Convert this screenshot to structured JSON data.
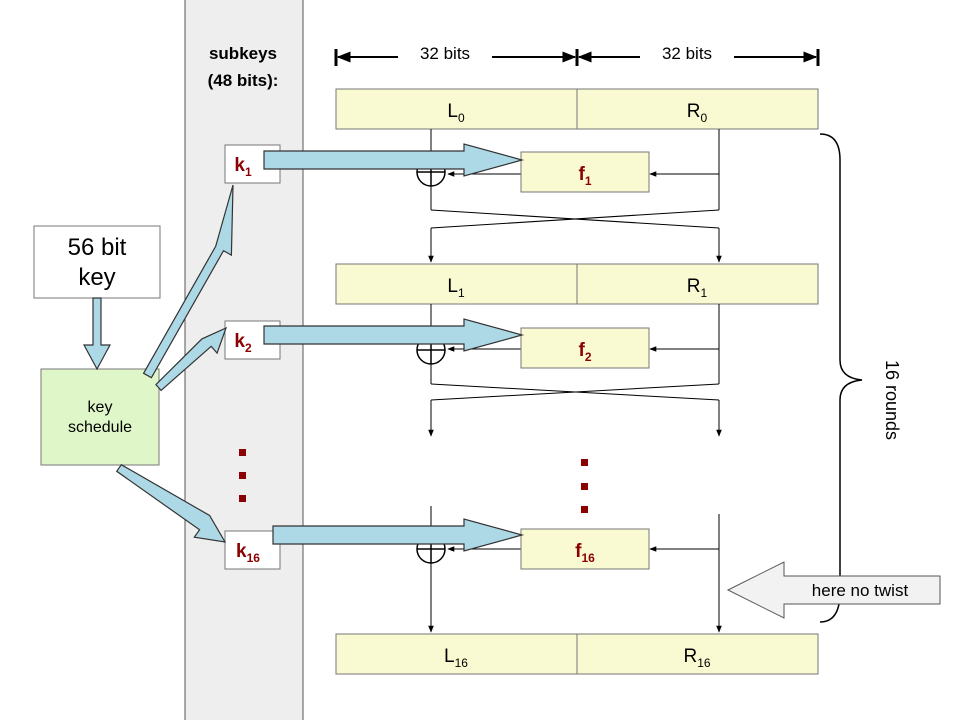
{
  "subkeys_header": {
    "line1": "subkeys",
    "line2": "(48 bits):"
  },
  "widths": {
    "left": "32 bits",
    "right": "32 bits"
  },
  "key_input": {
    "line1": "56 bit",
    "line2": "key"
  },
  "key_schedule": {
    "line1": "key",
    "line2": "schedule"
  },
  "subkeys": {
    "k1": {
      "base": "k",
      "sub": "1"
    },
    "k2": {
      "base": "k",
      "sub": "2"
    },
    "k16": {
      "base": "k",
      "sub": "16"
    }
  },
  "functions": {
    "f1": {
      "base": "f",
      "sub": "1"
    },
    "f2": {
      "base": "f",
      "sub": "2"
    },
    "f16": {
      "base": "f",
      "sub": "16"
    }
  },
  "halves": {
    "L0": {
      "base": "L",
      "sub": "0"
    },
    "R0": {
      "base": "R",
      "sub": "0"
    },
    "L1": {
      "base": "L",
      "sub": "1"
    },
    "R1": {
      "base": "R",
      "sub": "1"
    },
    "L16": {
      "base": "L",
      "sub": "16"
    },
    "R16": {
      "base": "R",
      "sub": "16"
    }
  },
  "rounds_label": "16 rounds",
  "note": "here no twist",
  "colors": {
    "subkey_column": "#eeeeee",
    "register_fill": "#fafad2",
    "schedule_fill": "#dff7c8",
    "arrow_fill": "#add8e6",
    "subkey_text": "#8b0000",
    "ellipsis": "#8b0000",
    "note_fill": "#f2f2f2"
  }
}
